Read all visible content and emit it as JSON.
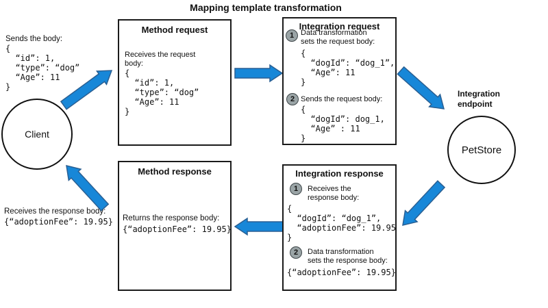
{
  "title": "Mapping template transformation",
  "colors": {
    "arrow_fill": "#1787d8",
    "arrow_stroke": "#2a5f92",
    "step_circle_fill": "#9aa4a6",
    "step_circle_border": "#3d4548",
    "box_border": "#1a1a1a"
  },
  "client": {
    "label": "Client",
    "sends_label": "Sends the body:",
    "sends_code": [
      "{",
      "  “id”: 1,",
      "  “type”: “dog”",
      "  “Age”: 11",
      "}"
    ],
    "receives_label": "Receives the response body:",
    "receives_code": "{“adoptionFee”: 19.95}"
  },
  "method_request": {
    "title": "Method request",
    "desc": [
      "Receives the request",
      "body:"
    ],
    "code": [
      "{",
      "  “id”: 1,",
      "  “type”: “dog”",
      "  “Age”: 11",
      "}"
    ]
  },
  "integration_request": {
    "title": "Integration request",
    "step1": {
      "num": "1",
      "label": [
        "Data transformation",
        "sets the request body:"
      ],
      "code": [
        "{",
        "  “dogId”: “dog_1”,",
        "  “Age”: 11",
        "}"
      ]
    },
    "step2": {
      "num": "2",
      "label": [
        "Sends the request body:"
      ],
      "code": [
        "{",
        "  “dogId”: dog_1,",
        "  “Age” : 11",
        "}"
      ]
    }
  },
  "integration_endpoint": {
    "caption": [
      "Integration",
      "endpoint"
    ],
    "label": "PetStore"
  },
  "method_response": {
    "title": "Method response",
    "desc": "Returns the response body:",
    "code": "{“adoptionFee”: 19.95}"
  },
  "integration_response": {
    "title": "Integration response",
    "step1": {
      "num": "1",
      "label": [
        "Receives the",
        "response body:"
      ],
      "code": [
        "{",
        "  “dogId”: “dog_1”,",
        "  “adoptionFee”: 19.95",
        "}"
      ]
    },
    "step2": {
      "num": "2",
      "label": [
        "Data transformation",
        "sets the response body:"
      ],
      "code": [
        "{“adoptionFee”: 19.95}"
      ]
    }
  },
  "flows": [
    {
      "from": "client",
      "to": "method-request"
    },
    {
      "from": "method-request",
      "to": "integration-request"
    },
    {
      "from": "integration-request",
      "to": "petstore"
    },
    {
      "from": "petstore",
      "to": "integration-response"
    },
    {
      "from": "integration-response",
      "to": "method-response"
    },
    {
      "from": "method-response",
      "to": "client"
    }
  ]
}
